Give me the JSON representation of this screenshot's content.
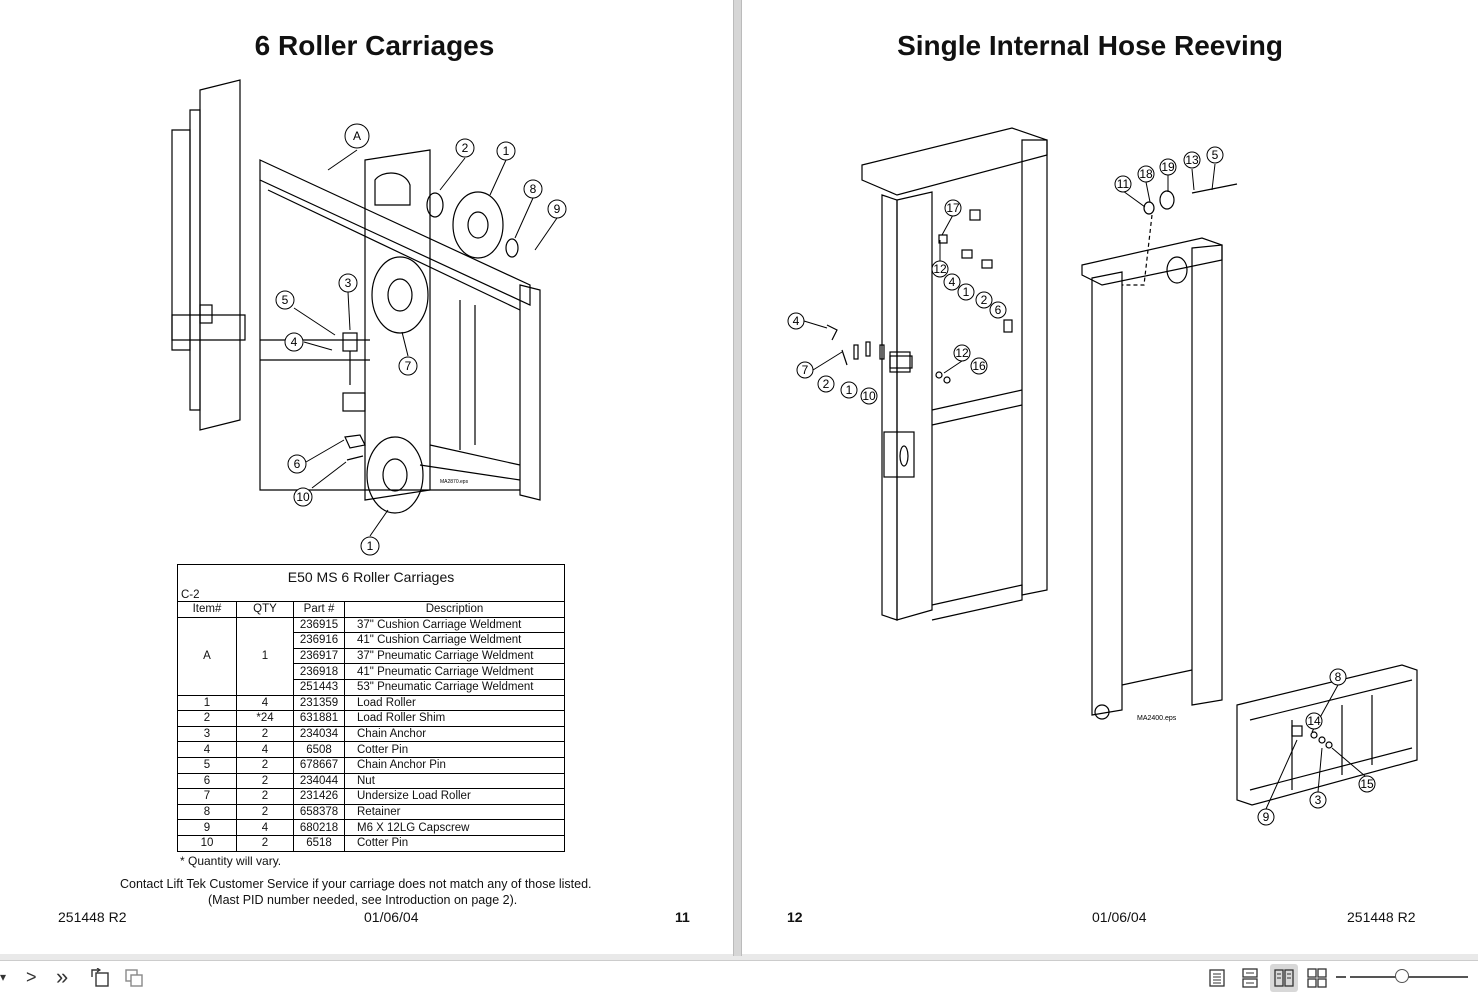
{
  "left_page": {
    "title": "6 Roller Carriages",
    "diagram_callouts": [
      "A",
      "2",
      "1",
      "8",
      "9",
      "5",
      "3",
      "4",
      "7",
      "6",
      "10",
      "1"
    ],
    "diagram_file_label": "MA2870.eps",
    "table": {
      "caption": "E50 MS 6 Roller Carriages",
      "code": "C-2",
      "headers": [
        "Item#",
        "QTY",
        "Part #",
        "Description"
      ],
      "group_a": {
        "item": "A",
        "qty": "1",
        "rows": [
          {
            "part": "236915",
            "desc": "37\" Cushion Carriage Weldment"
          },
          {
            "part": "236916",
            "desc": "41\" Cushion Carriage Weldment"
          },
          {
            "part": "236917",
            "desc": "37\" Pneumatic Carriage Weldment"
          },
          {
            "part": "236918",
            "desc": "41\" Pneumatic Carriage Weldment"
          },
          {
            "part": "251443",
            "desc": "53\" Pneumatic Carriage Weldment"
          }
        ]
      },
      "rows": [
        {
          "item": "1",
          "qty": "4",
          "part": "231359",
          "desc": "Load Roller"
        },
        {
          "item": "2",
          "qty": "*24",
          "part": "631881",
          "desc": "Load Roller Shim"
        },
        {
          "item": "3",
          "qty": "2",
          "part": "234034",
          "desc": "Chain Anchor"
        },
        {
          "item": "4",
          "qty": "4",
          "part": "6508",
          "desc": "Cotter Pin"
        },
        {
          "item": "5",
          "qty": "2",
          "part": "678667",
          "desc": "Chain Anchor Pin"
        },
        {
          "item": "6",
          "qty": "2",
          "part": "234044",
          "desc": "Nut"
        },
        {
          "item": "7",
          "qty": "2",
          "part": "231426",
          "desc": "Undersize Load Roller"
        },
        {
          "item": "8",
          "qty": "2",
          "part": "658378",
          "desc": "Retainer"
        },
        {
          "item": "9",
          "qty": "4",
          "part": "680218",
          "desc": "M6 X 12LG Capscrew"
        },
        {
          "item": "10",
          "qty": "2",
          "part": "6518",
          "desc": "Cotter Pin"
        }
      ]
    },
    "quantity_note": "* Quantity will vary.",
    "contact_line1": "Contact Lift Tek Customer Service if your  carriage does not match any of those listed.",
    "contact_line2": "(Mast PID number needed, see Introduction on page 2).",
    "footer_doc": "251448 R2",
    "footer_date": "01/06/04",
    "footer_page": "11"
  },
  "right_page": {
    "title": "Single Internal Hose Reeving",
    "diagram_callouts": [
      "5",
      "13",
      "19",
      "18",
      "11",
      "17",
      "12",
      "4",
      "1",
      "2",
      "6",
      "4",
      "7",
      "2",
      "1",
      "10",
      "12",
      "16",
      "8",
      "14",
      "3",
      "15",
      "9"
    ],
    "diagram_file_label": "MA2400.eps",
    "footer_page": "12",
    "footer_date": "01/06/04",
    "footer_doc": "251448 R2"
  },
  "toolbar": {
    "dropdown_arrow": "▾",
    "next": ">",
    "last": "»"
  }
}
